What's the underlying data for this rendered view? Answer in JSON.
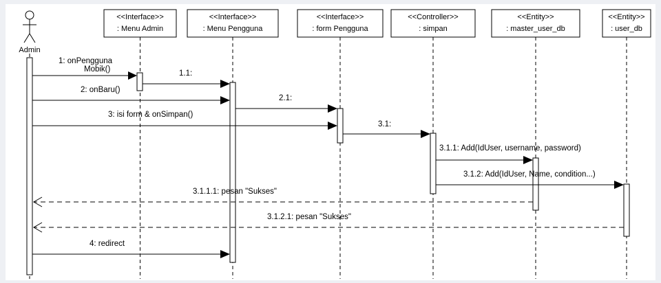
{
  "actor": {
    "name": "Admin"
  },
  "lifelines": [
    {
      "stereotype": "<<Interface>>",
      "name": ": Menu Admin"
    },
    {
      "stereotype": "<<Interface>>",
      "name": ": Menu Pengguna"
    },
    {
      "stereotype": "<<Interface>>",
      "name": ": form Pengguna"
    },
    {
      "stereotype": "<<Controller>>",
      "name": ": simpan"
    },
    {
      "stereotype": "<<Entity>>",
      "name": ": master_user_db"
    },
    {
      "stereotype": "<<Entity>>",
      "name": ": user_db"
    }
  ],
  "messages": [
    {
      "label_line1": "1: onPengguna",
      "label_line2": "Mobik()"
    },
    {
      "label": "1.1:"
    },
    {
      "label": "2: onBaru()"
    },
    {
      "label": "2.1:"
    },
    {
      "label": "3: isi form & onSimpan()"
    },
    {
      "label": "3.1:"
    },
    {
      "label": "3.1.1: Add(IdUser, username, password)"
    },
    {
      "label": "3.1.2: Add(IdUser, Name, condition...)"
    },
    {
      "label": "3.1.1.1: pesan \"Sukses\""
    },
    {
      "label": "3.1.2.1: pesan \"Sukses\""
    },
    {
      "label": "4: redirect"
    }
  ]
}
